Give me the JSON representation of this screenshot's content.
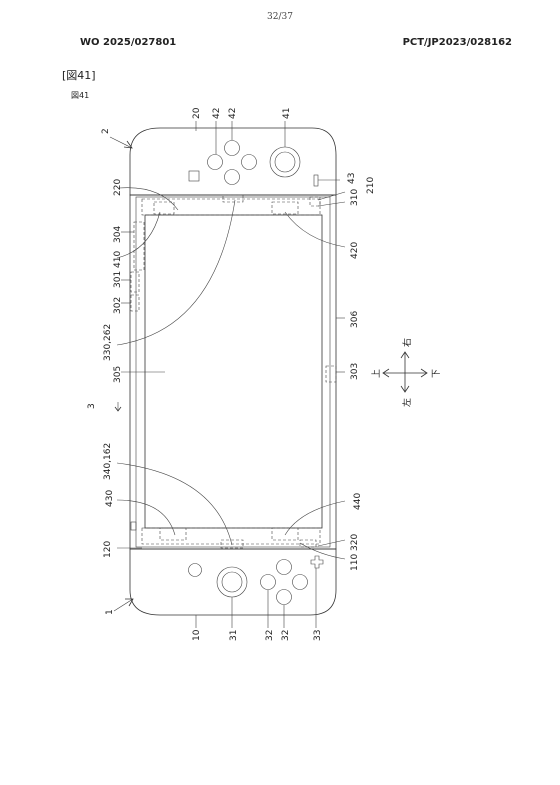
{
  "header": {
    "page_number": "32/37",
    "publication_number": "WO 2025/027801",
    "application_number": "PCT/JP2023/028162"
  },
  "figure": {
    "heading": "[図41]",
    "label": "図41"
  },
  "reference_numerals": {
    "r2": "2",
    "r20": "20",
    "r42a": "42",
    "r42b": "42",
    "r41": "41",
    "r43": "43",
    "r210": "210",
    "r220": "220",
    "r310": "310",
    "r304": "304",
    "r410": "410",
    "r420": "420",
    "r301": "301",
    "r302": "302",
    "r306": "306",
    "r330_262": "330,262",
    "r303": "303",
    "r305": "305",
    "r3": "3",
    "r340_162": "340,162",
    "r430": "430",
    "r440": "440",
    "r120": "120",
    "r320": "320",
    "r110": "110",
    "r1": "1",
    "r10": "10",
    "r31": "31",
    "r32a": "32",
    "r32b": "32",
    "r33": "33"
  },
  "direction_indicator": {
    "up": "上",
    "down": "下",
    "left": "左",
    "right": "右"
  }
}
